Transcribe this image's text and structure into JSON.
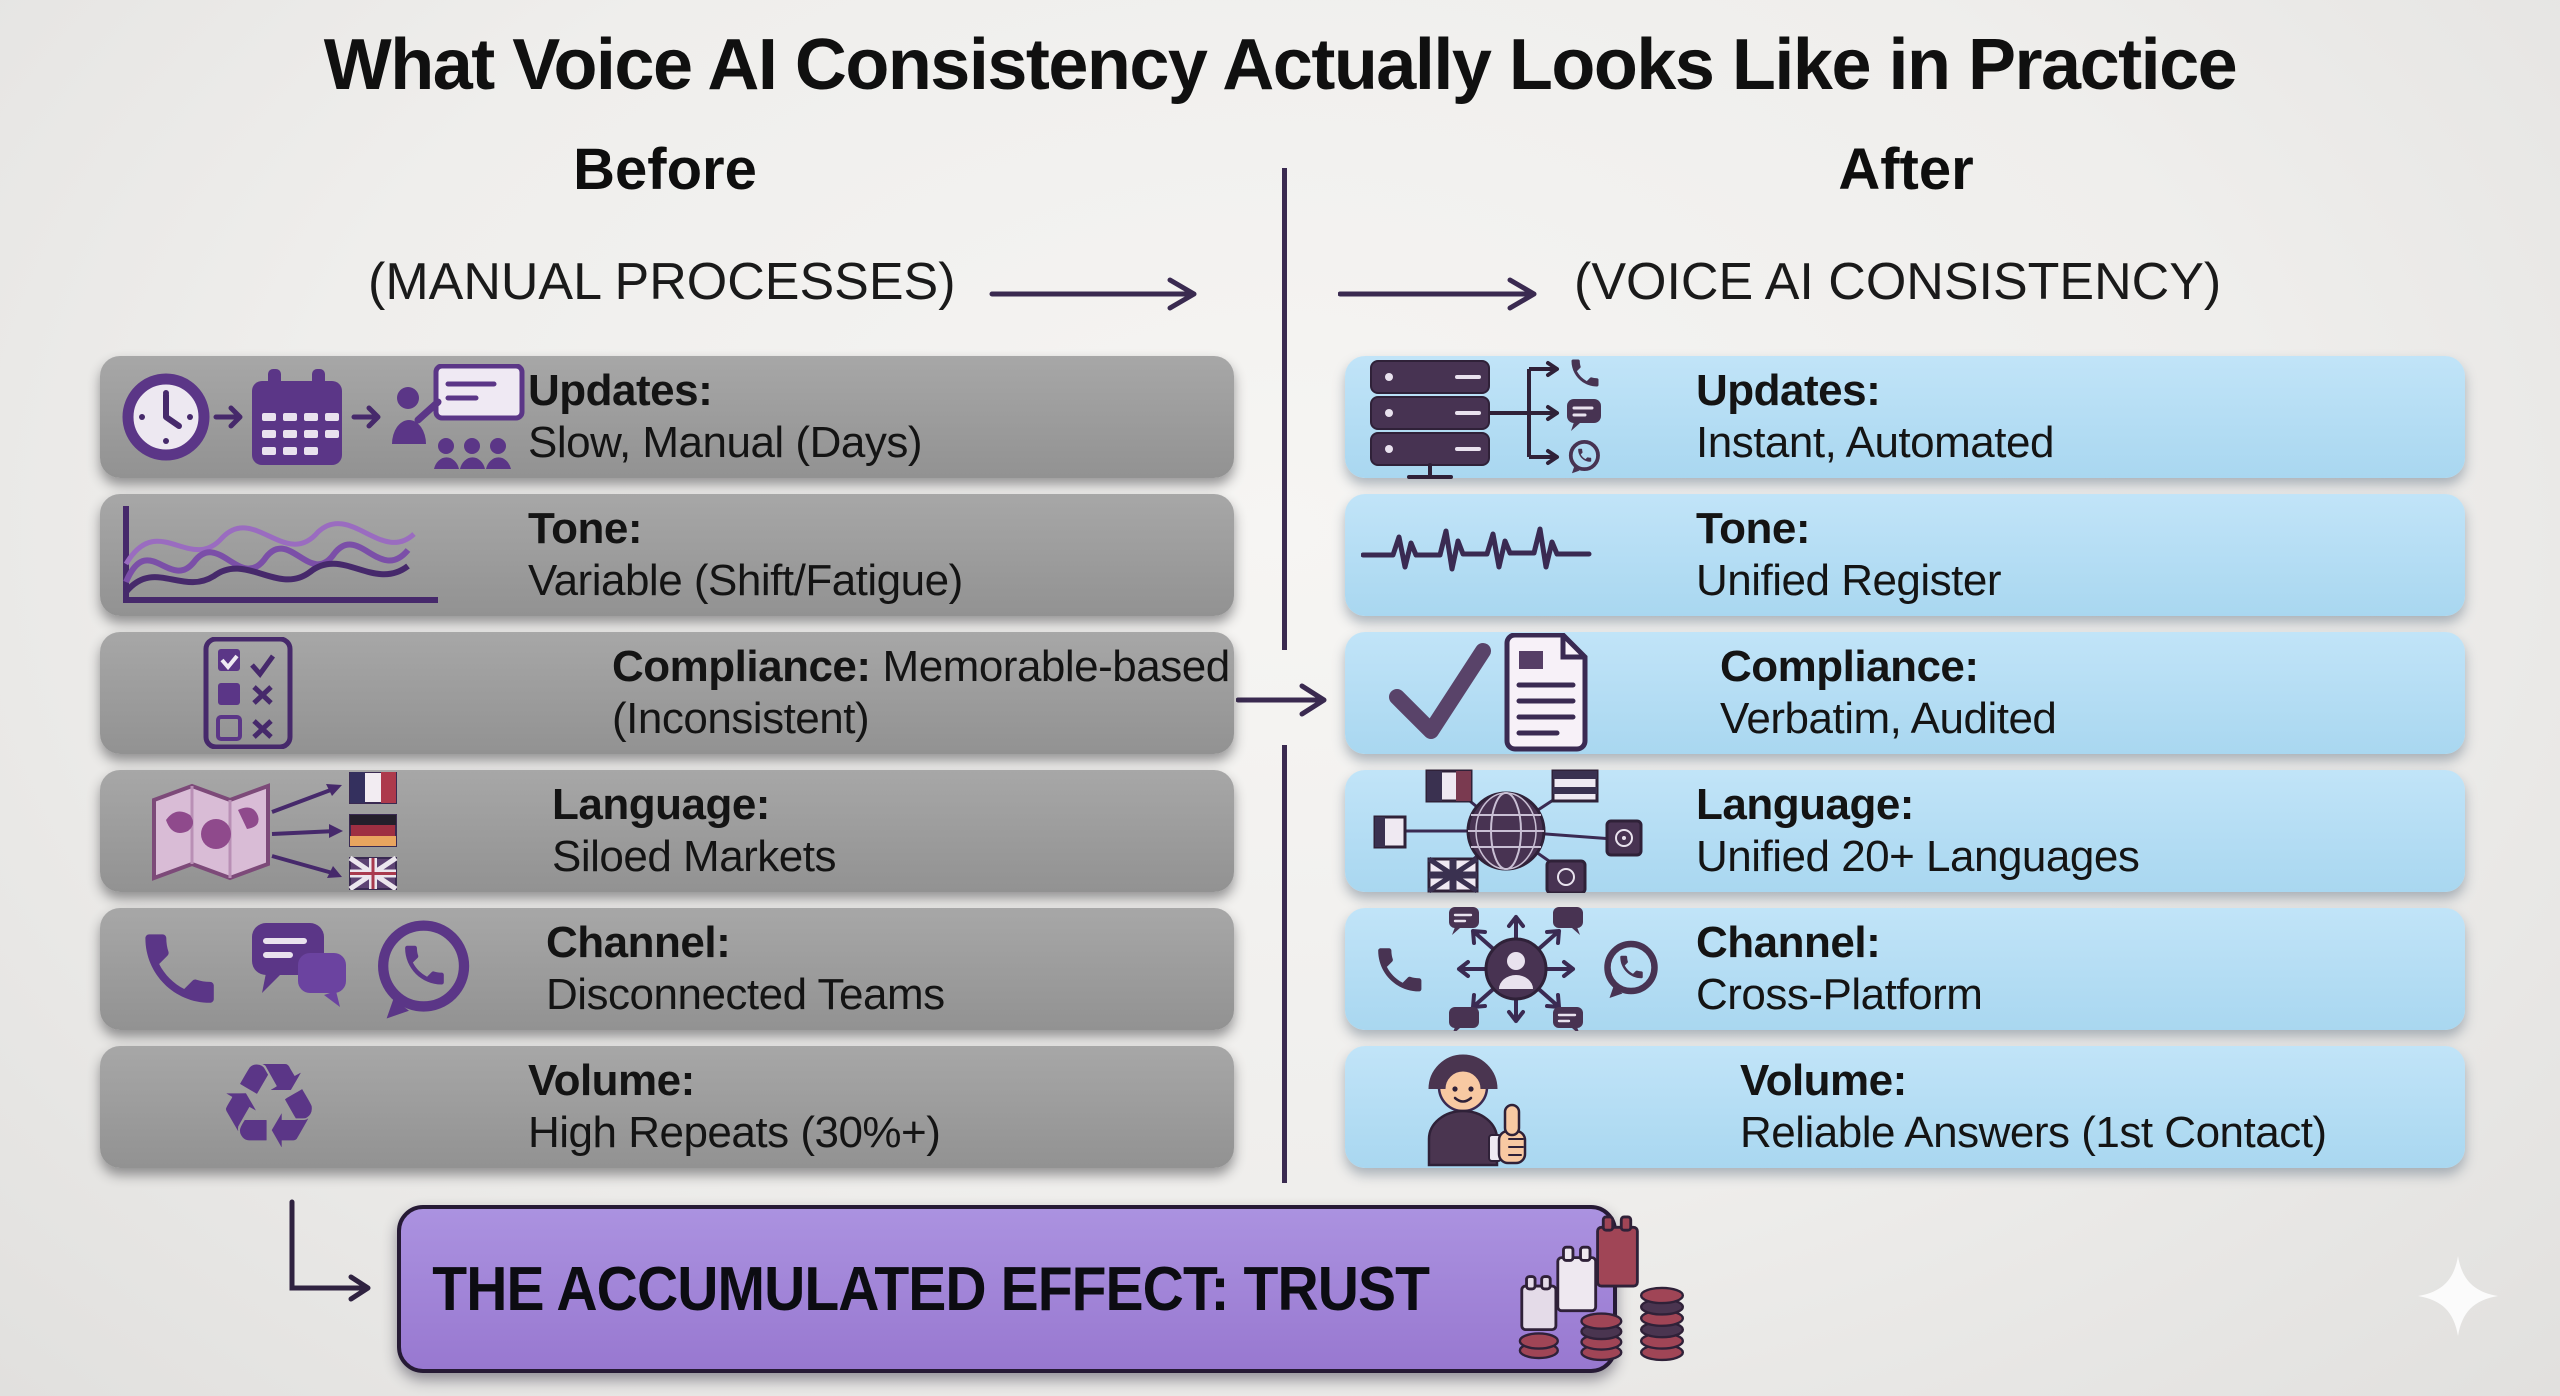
{
  "title": "What Voice AI Consistency Actually Looks Like in Practice",
  "before": {
    "heading": "Before",
    "subheading": "(MANUAL PROCESSES)",
    "rows": [
      {
        "label": "Updates:",
        "inline": "",
        "line2": "Slow, Manual (Days)",
        "icon": "clock-calendar-training-icons"
      },
      {
        "label": "Tone:",
        "inline": "",
        "line2": "Variable (Shift/Fatigue)",
        "icon": "wavy-line-chart-icon"
      },
      {
        "label": "Compliance:",
        "inline": "Memorable-based",
        "line2": "(Inconsistent)",
        "icon": "checklist-icon"
      },
      {
        "label": "Language:",
        "inline": "",
        "line2": "Siloed Markets",
        "icon": "map-with-flags-icon"
      },
      {
        "label": "Channel:",
        "inline": "",
        "line2": "Disconnected Teams",
        "icon": "phone-chat-whatsapp-icons"
      },
      {
        "label": "Volume:",
        "inline": "",
        "line2": "High Repeats (30%+)",
        "icon": "recycle-icon"
      }
    ]
  },
  "after": {
    "heading": "After",
    "subheading": "(VOICE AI CONSISTENCY)",
    "rows": [
      {
        "label": "Updates:",
        "inline": "",
        "line2": "Instant, Automated",
        "icon": "server-to-channels-icon"
      },
      {
        "label": "Tone:",
        "inline": "",
        "line2": "Unified Register",
        "icon": "waveform-icon"
      },
      {
        "label": "Compliance:",
        "inline": "",
        "line2": "Verbatim, Audited",
        "icon": "checkmark-document-icon"
      },
      {
        "label": "Language:",
        "inline": "",
        "line2": "Unified 20+ Languages",
        "icon": "globe-with-flags-icon"
      },
      {
        "label": "Channel:",
        "inline": "",
        "line2": "Cross-Platform",
        "icon": "person-hub-channels-icon"
      },
      {
        "label": "Volume:",
        "inline": "",
        "line2": "Reliable Answers (1st Contact)",
        "icon": "person-thumbs-up-icon"
      }
    ]
  },
  "banner": {
    "text": "THE ACCUMULATED EFFECT: TRUST",
    "icon": "blocks-and-coins-icon"
  },
  "decorations": {
    "sparkle": "sparkle-icon",
    "divider": "vertical-divider-line"
  },
  "colors": {
    "background": "#efeeec",
    "before_row_bg": "#9c9c9c",
    "after_row_bg": "#b4def5",
    "banner_bg": "#a186d8",
    "banner_border": "#261a35",
    "accent_purple": "#5b3687",
    "dark_plum": "#473352",
    "divider_arrow": "#3a2a50",
    "text": "#141414"
  }
}
